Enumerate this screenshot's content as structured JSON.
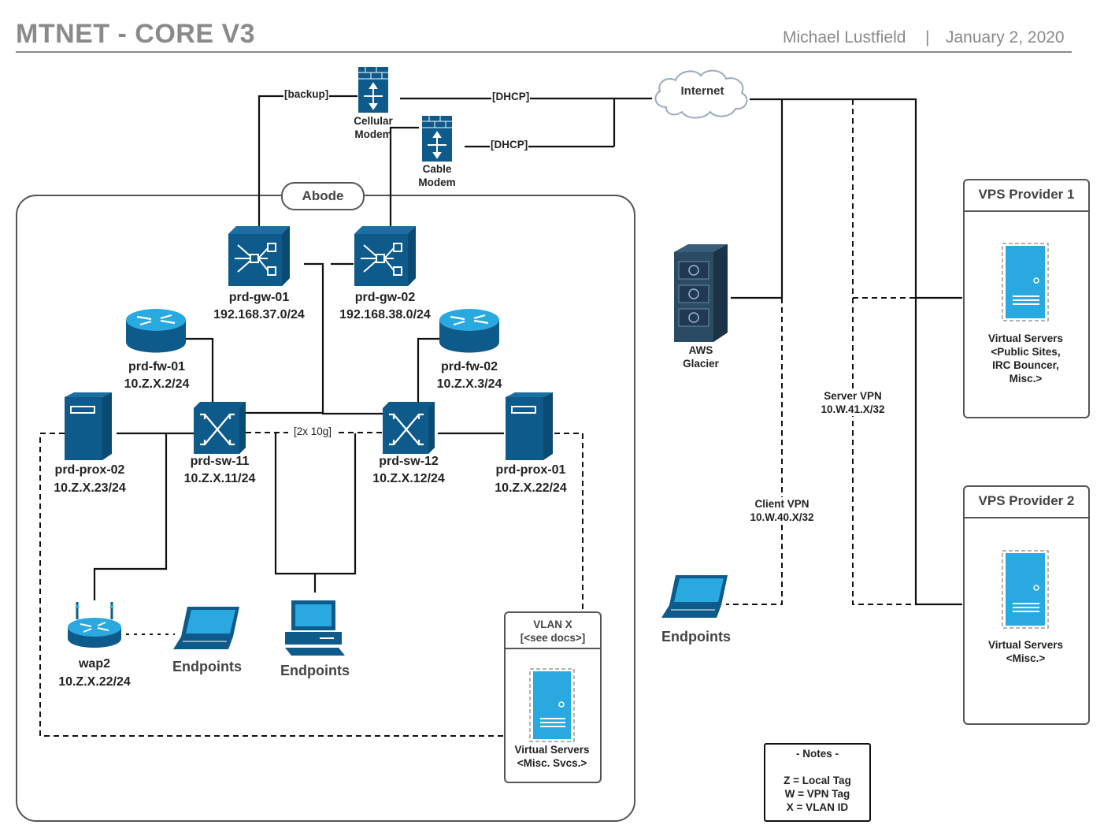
{
  "header": {
    "title": "MTNET - CORE V3",
    "author": "Michael Lustfield",
    "separator": "|",
    "date": "January 2, 2020"
  },
  "abode": {
    "label": "Abode"
  },
  "internet": {
    "label": "Internet"
  },
  "modems": {
    "cellular": "Cellular\nModem",
    "cable": "Cable\nModem"
  },
  "links": {
    "backup": "[backup]",
    "dhcp_cellular": "[DHCP]",
    "dhcp_cable": "[DHCP]",
    "trunk": "[2x 10g]",
    "server_vpn": "Server VPN\n10.W.41.X/32",
    "client_vpn": "Client VPN\n10.W.40.X/32"
  },
  "nodes": {
    "gw01": {
      "name": "prd-gw-01",
      "addr": "192.168.37.0/24"
    },
    "gw02": {
      "name": "prd-gw-02",
      "addr": "192.168.38.0/24"
    },
    "fw01": {
      "name": "prd-fw-01",
      "addr": "10.Z.X.2/24"
    },
    "fw02": {
      "name": "prd-fw-02",
      "addr": "10.Z.X.3/24"
    },
    "sw11": {
      "name": "prd-sw-11",
      "addr": "10.Z.X.11/24"
    },
    "sw12": {
      "name": "prd-sw-12",
      "addr": "10.Z.X.12/24"
    },
    "prox02": {
      "name": "prd-prox-02",
      "addr": "10.Z.X.23/24"
    },
    "prox01": {
      "name": "prd-prox-01",
      "addr": "10.Z.X.22/24"
    },
    "wap2": {
      "name": "wap2",
      "addr": "10.Z.X.22/24"
    }
  },
  "endpoints": {
    "laptop_home": "Endpoints",
    "desktop_home": "Endpoints",
    "remote": "Endpoints"
  },
  "vlan": {
    "title": "VLAN X\n[<see docs>]",
    "servers": "Virtual Servers\n<Misc. Svcs.>"
  },
  "aws": {
    "label": "AWS\nGlacier"
  },
  "vps1": {
    "title": "VPS Provider 1",
    "servers": "Virtual Servers\n<Public Sites,\nIRC Bouncer,\nMisc.>"
  },
  "vps2": {
    "title": "VPS Provider 2",
    "servers": "Virtual Servers\n<Misc.>"
  },
  "notes": {
    "title": "- Notes -",
    "lines": [
      "Z = Local Tag",
      "W = VPN Tag",
      "X = VLAN ID"
    ]
  },
  "colors": {
    "icon_dark": "#0e5a8a",
    "icon_light": "#29a9e0",
    "header_gray": "#8a8a8a"
  }
}
